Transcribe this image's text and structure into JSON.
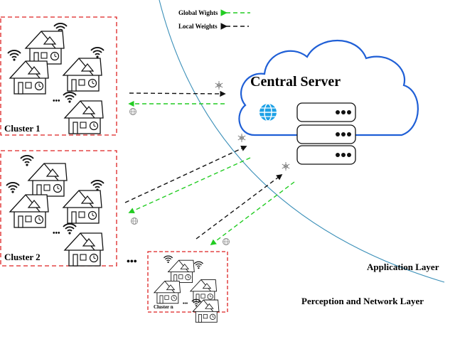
{
  "legend": {
    "global_label": "Global Wights",
    "local_label": "Local Weights",
    "global_color": "#22cc22",
    "local_color": "#111111"
  },
  "server": {
    "title": "Central Server",
    "cloud_color": "#1f5fd6",
    "icon": "globe-icon"
  },
  "clusters": {
    "c1": "Cluster 1",
    "c2": "Cluster 2",
    "cn": "Cluster n",
    "more_clusters": "•••",
    "more_houses": "•••",
    "border_color": "#dd2222"
  },
  "layers": {
    "application": "Application Layer",
    "perception": "Perception and Network Layer",
    "boundary_color": "#3a8fb8"
  }
}
